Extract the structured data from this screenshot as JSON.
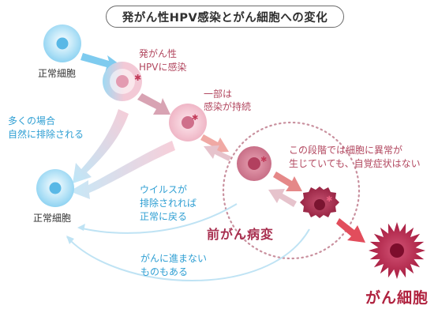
{
  "title": "発がん性HPV感染とがん細胞への変化",
  "labels": {
    "normal_cell_top": "正常細胞",
    "normal_cell_bottom": "正常細胞",
    "hpv_infection_line1": "発がん性",
    "hpv_infection_line2": "HPVに感染",
    "persistent_line1": "一部は",
    "persistent_line2": "感染が持続",
    "natural_clearance_line1": "多くの場合",
    "natural_clearance_line2": "自然に排除される",
    "abnormal_line1": "この段階では細胞に異常が",
    "abnormal_line2": "生じていても、自覚症状はない",
    "virus_cleared_line1": "ウイルスが",
    "virus_cleared_line2": "排除されれば",
    "virus_cleared_line3": "正常に戻る",
    "not_progress_line1": "がんに進まない",
    "not_progress_line2": "ものもある",
    "pre_cancer": "前がん病変",
    "cancer_cell": "がん細胞"
  },
  "colors": {
    "pink_text": "#b2475f",
    "blue_text": "#2f9fd3",
    "cancer_red": "#b0223f",
    "normal_cell": "#7fcdf0",
    "infected_cell": "#f2b8c6",
    "dotted_circle": "#c9909e"
  },
  "icons": {
    "virus_marker": "asterisk",
    "cancer_cell_shape": "spiky-star"
  }
}
